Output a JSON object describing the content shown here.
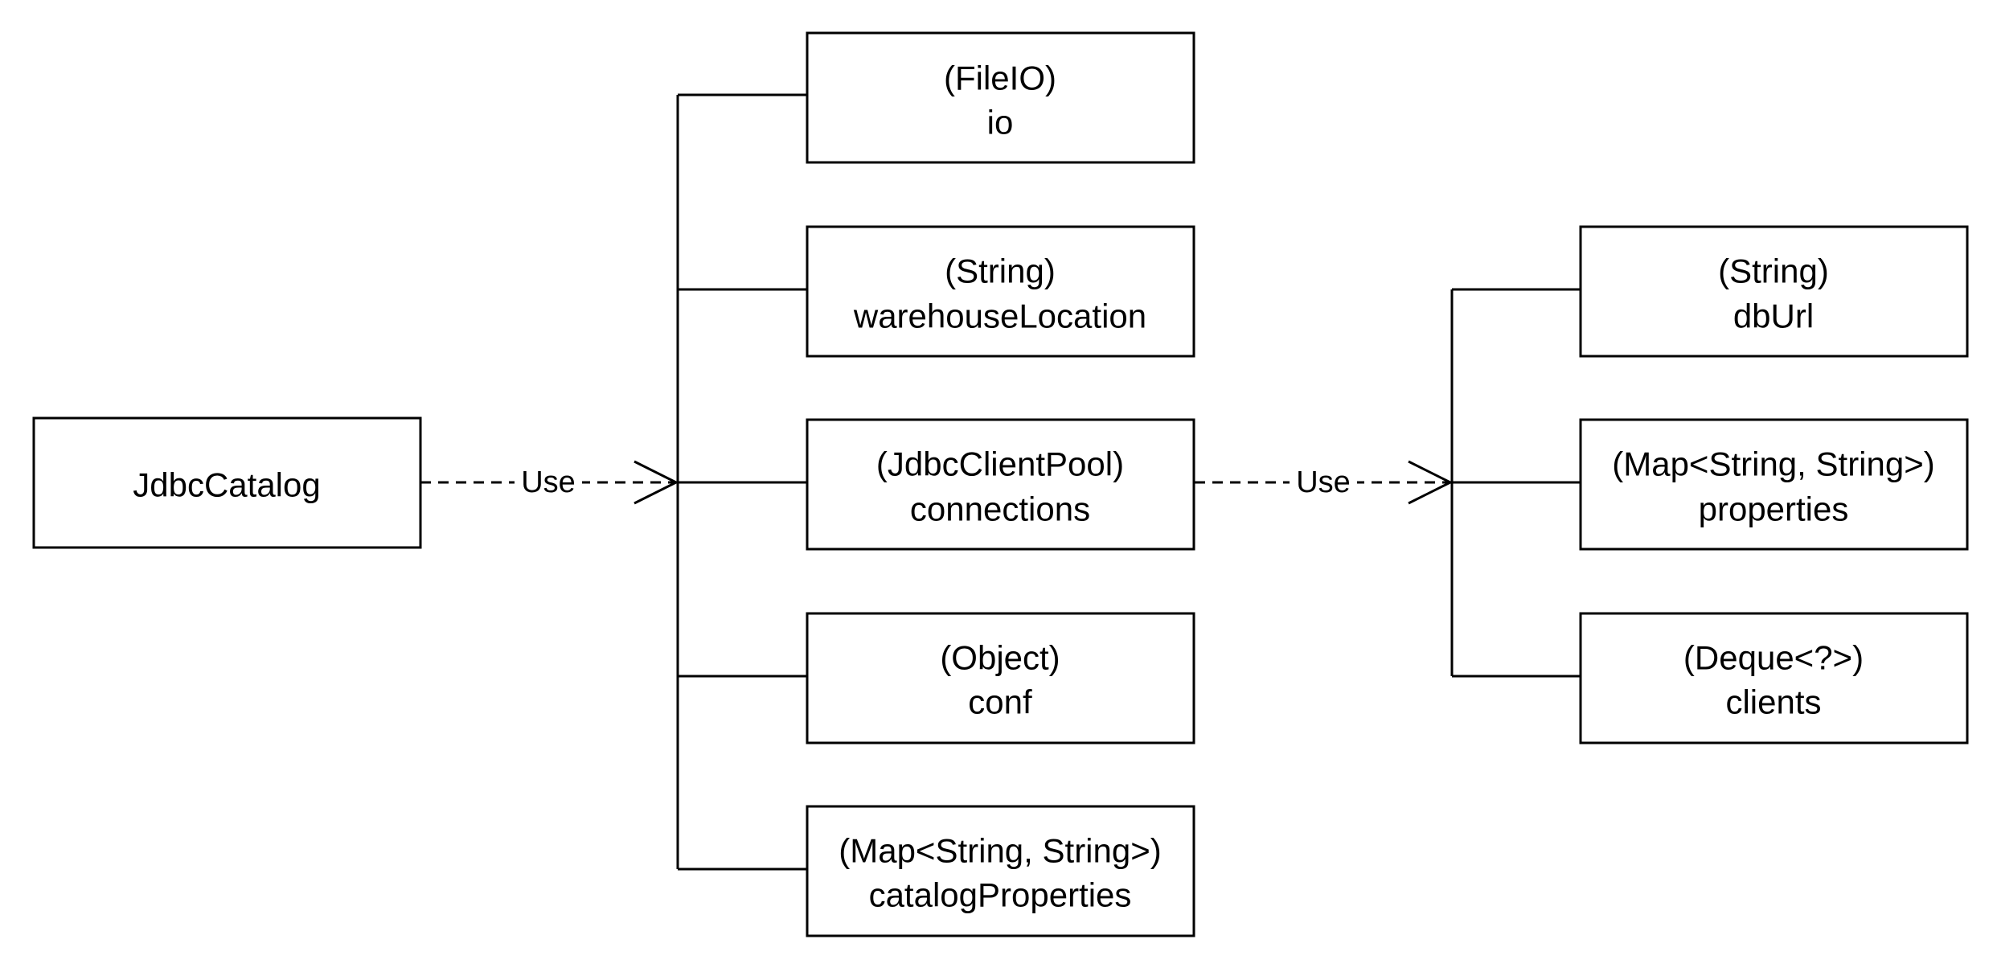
{
  "colors": {
    "stroke": "#000000",
    "background": "#ffffff"
  },
  "nodes": {
    "jdbc_catalog": {
      "label": "JdbcCatalog"
    },
    "io": {
      "type": "(FileIO)",
      "name": "io"
    },
    "warehouse_location": {
      "type": "(String)",
      "name": "warehouseLocation"
    },
    "connections": {
      "type": "(JdbcClientPool)",
      "name": "connections"
    },
    "conf": {
      "type": "(Object)",
      "name": "conf"
    },
    "catalog_properties": {
      "type": "(Map<String, String>)",
      "name": "catalogProperties"
    },
    "db_url": {
      "type": "(String)",
      "name": "dbUrl"
    },
    "properties": {
      "type": "(Map<String, String>)",
      "name": "properties"
    },
    "clients": {
      "type": "(Deque<?>)",
      "name": "clients"
    }
  },
  "edges": {
    "catalog_uses_fields": {
      "label": "Use",
      "style": "dashed",
      "arrow": "open"
    },
    "pool_uses_fields": {
      "label": "Use",
      "style": "dashed",
      "arrow": "open"
    }
  }
}
